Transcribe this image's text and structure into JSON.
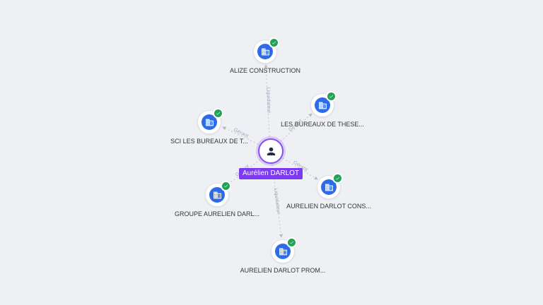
{
  "graph": {
    "center_node": {
      "label": "Aurélien DARLOT",
      "type": "person"
    },
    "company_nodes": [
      {
        "label": "ALIZE CONSTRUCTION",
        "status": "verified"
      },
      {
        "label": "LES BUREAUX DE THESE...",
        "status": "verified"
      },
      {
        "label": "SCI LES BUREAUX DE T...",
        "status": "verified"
      },
      {
        "label": "GROUPE AURELIEN DARL...",
        "status": "verified"
      },
      {
        "label": "AURELIEN DARLOT CONS...",
        "status": "verified"
      },
      {
        "label": "AURELIEN DARLOT PROM...",
        "status": "verified"
      }
    ],
    "edge_labels": [
      {
        "label": "Liquidateur"
      },
      {
        "label": "Gérant"
      },
      {
        "label": "Gérant"
      },
      {
        "label": "Gérant"
      },
      {
        "label": "Gérant"
      },
      {
        "label": "Liquidateur"
      }
    ],
    "colors": {
      "background": "#eef0f4",
      "accent_purple": "#7c3bf0",
      "company_blue": "#2e6be6",
      "verified_green": "#23a257",
      "edge_gray": "#c0c4cd"
    }
  }
}
